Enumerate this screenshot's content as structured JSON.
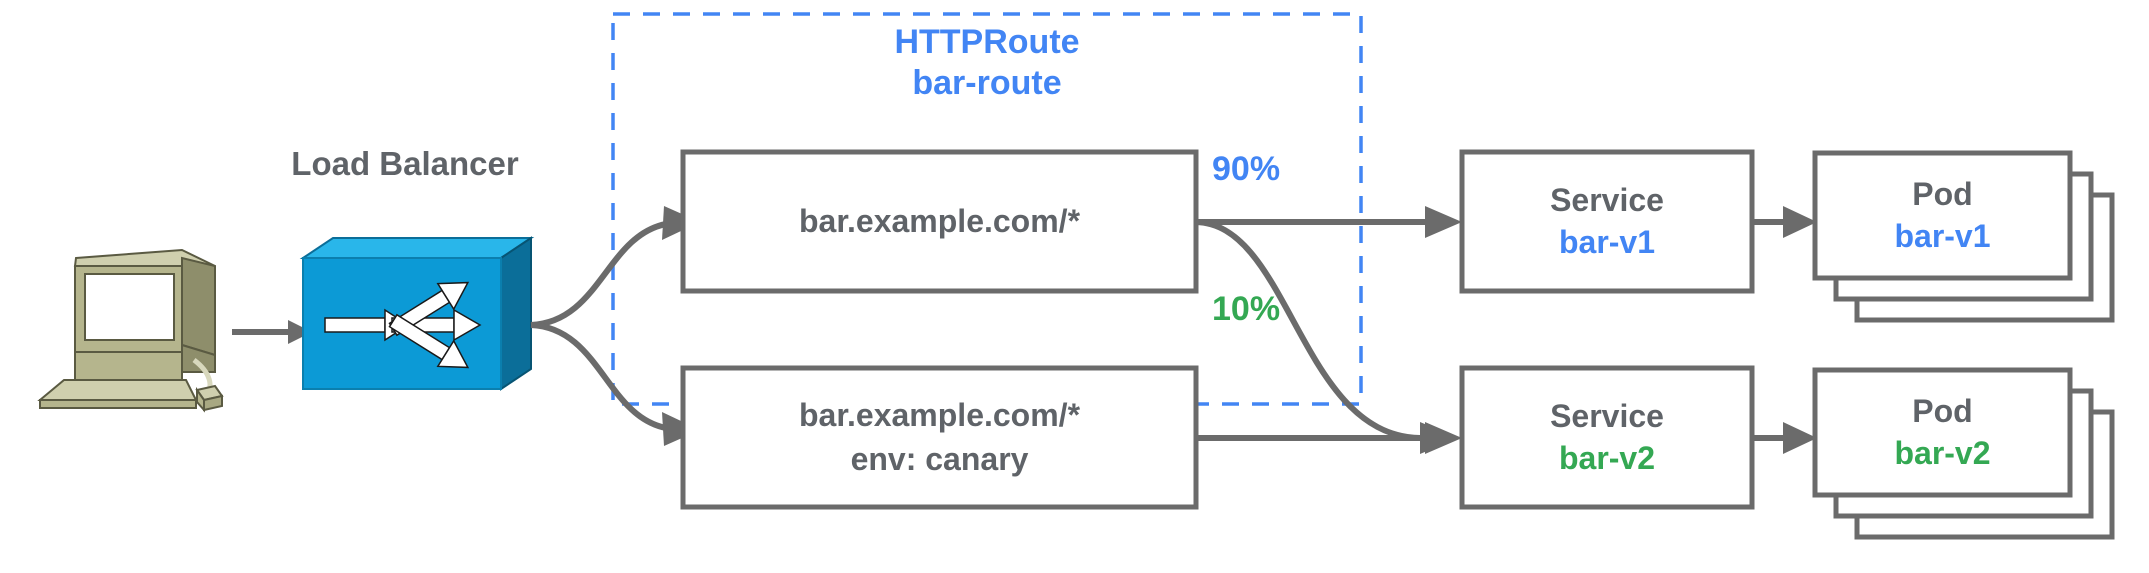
{
  "diagram": {
    "title_group": {
      "kind_label": "HTTPRoute",
      "name_label": "bar-route"
    },
    "client": {
      "icon": "computer-workstation-icon"
    },
    "load_balancer": {
      "label": "Load Balancer",
      "icon": "network-switch-icon"
    },
    "route_rules": [
      {
        "id": "rule-primary",
        "lines": [
          "bar.example.com/*"
        ]
      },
      {
        "id": "rule-canary",
        "lines": [
          "bar.example.com/*",
          "env: canary"
        ]
      }
    ],
    "weights": [
      {
        "id": "weight-v1",
        "value": "90%",
        "color": "#4285f4"
      },
      {
        "id": "weight-v2",
        "value": "10%",
        "color": "#34a853"
      }
    ],
    "services": [
      {
        "id": "service-bar-v1",
        "kind": "Service",
        "name": "bar-v1",
        "color": "#4285f4"
      },
      {
        "id": "service-bar-v2",
        "kind": "Service",
        "name": "bar-v2",
        "color": "#34a853"
      }
    ],
    "pods": [
      {
        "id": "pod-bar-v1",
        "kind": "Pod",
        "name": "bar-v1",
        "color": "#4285f4",
        "replicas": 3
      },
      {
        "id": "pod-bar-v2",
        "kind": "Pod",
        "name": "bar-v2",
        "color": "#34a853",
        "replicas": 3
      }
    ],
    "colors": {
      "blue": "#4285f4",
      "green": "#34a853",
      "gray": "#5f6368",
      "outline": "#6b6b6b",
      "switch_face": "#0c9ad6",
      "switch_top": "#29b6ea",
      "switch_side": "#0b6e99",
      "computer_body": "#b5b58d",
      "computer_shade": "#8e8e6b",
      "computer_light": "#cfcfae"
    }
  }
}
